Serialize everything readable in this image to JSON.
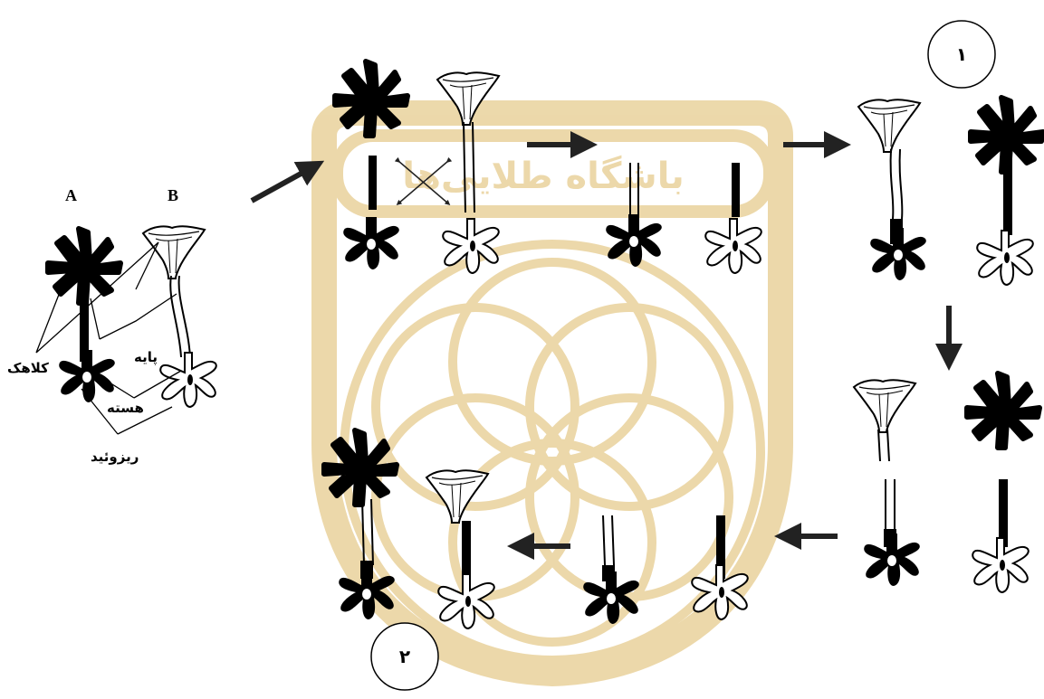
{
  "labels": {
    "cell_a": "A",
    "cell_b": "B",
    "cap": "کلاهک",
    "stalk": "پایه",
    "nucleus": "هسته",
    "rhizoid": "ریزوئید"
  },
  "circles": {
    "one": "۱",
    "two": "۲"
  },
  "watermark": {
    "text": "باشگاه طلایی‌ها"
  },
  "colors": {
    "watermark": "#e9d29c",
    "ink": "#000000",
    "arrow": "#222222"
  }
}
